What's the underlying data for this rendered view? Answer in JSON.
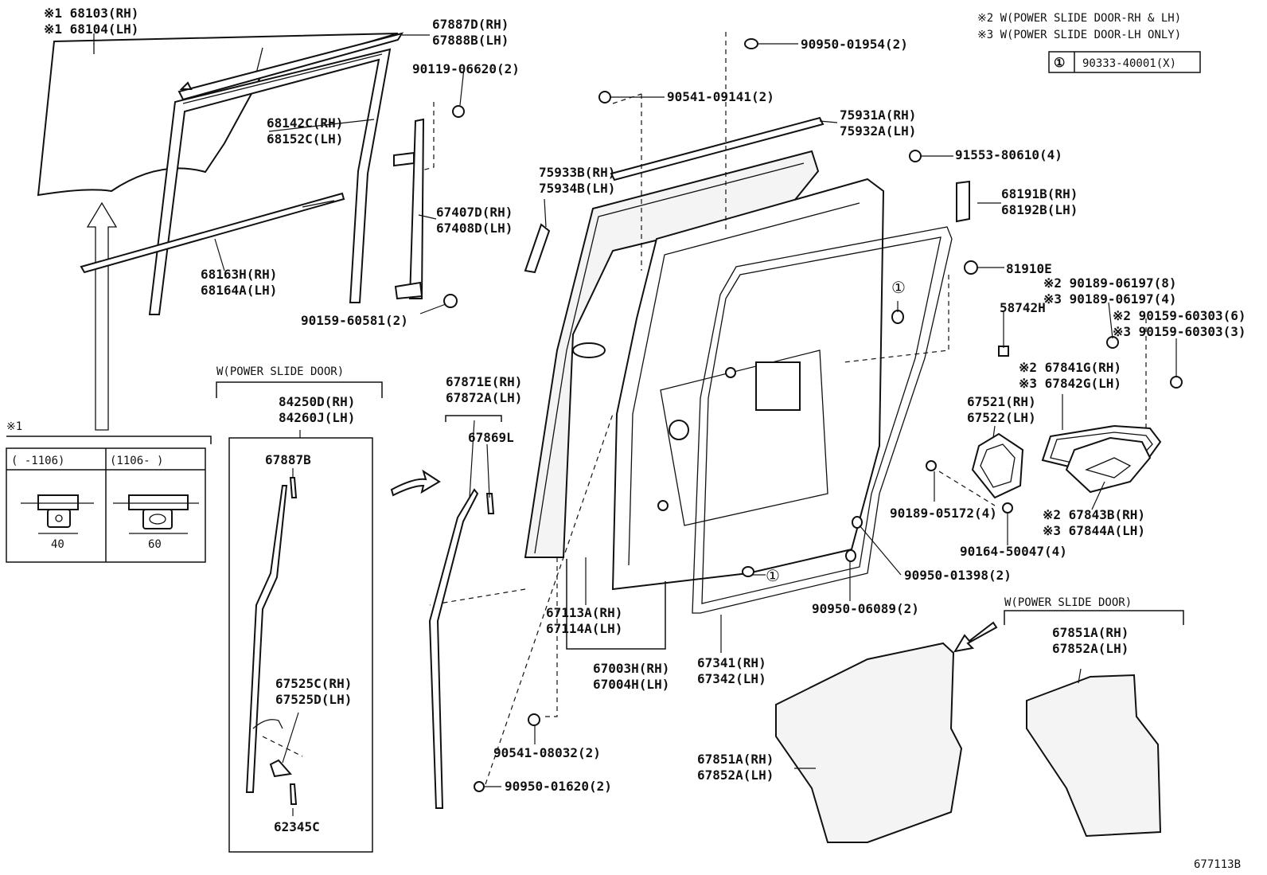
{
  "diagram_id": "677113B",
  "notes": {
    "note2": "※2 W(POWER SLIDE DOOR-RH & LH)",
    "note3": "※3 W(POWER SLIDE DOOR-LH ONLY)"
  },
  "legend": {
    "symbol": "①",
    "part": "90333-40001(X)"
  },
  "labels": [
    {
      "id": "glass",
      "lines": [
        "※1 68103(RH)",
        "※1 68104(LH)"
      ]
    },
    {
      "id": "run-upper",
      "lines": [
        "67887D(RH)",
        "67888B(LH)"
      ]
    },
    {
      "id": "bolt-90119",
      "lines": [
        "90119-06620(2)"
      ]
    },
    {
      "id": "run-channel",
      "lines": [
        "68142C(RH)",
        "68152C(LH)"
      ]
    },
    {
      "id": "weatherstrip-lower",
      "lines": [
        "68163H(RH)",
        "68164A(LH)"
      ]
    },
    {
      "id": "sash",
      "lines": [
        "67407D(RH)",
        "67408D(LH)"
      ]
    },
    {
      "id": "bolt-90159",
      "lines": [
        "90159-60581(2)"
      ]
    },
    {
      "id": "clip-90950-01954",
      "lines": [
        "90950-01954(2)"
      ]
    },
    {
      "id": "clip-90541-09141",
      "lines": [
        "90541-09141(2)"
      ]
    },
    {
      "id": "molding-upper",
      "lines": [
        "75931A(RH)",
        "75932A(LH)"
      ]
    },
    {
      "id": "bolt-91553",
      "lines": [
        "91553-80610(4)"
      ]
    },
    {
      "id": "molding-side",
      "lines": [
        "75933B(RH)",
        "75934B(LH)"
      ]
    },
    {
      "id": "bracket",
      "lines": [
        "68191B(RH)",
        "68192B(LH)"
      ]
    },
    {
      "id": "plug-81910",
      "lines": [
        "81910E"
      ]
    },
    {
      "id": "screw-90189-a",
      "lines": [
        "※2 90189-06197(8)",
        "※3 90189-06197(4)"
      ]
    },
    {
      "id": "label-58742",
      "lines": [
        "58742H"
      ]
    },
    {
      "id": "bolt-90159-b",
      "lines": [
        "※2 90159-60303(6)",
        "※3 90159-60303(3)"
      ]
    },
    {
      "id": "cover-67841",
      "lines": [
        "※2 67841G(RH)",
        "※3 67842G(LH)"
      ]
    },
    {
      "id": "cover-67521",
      "lines": [
        "67521(RH)",
        "67522(LH)"
      ]
    },
    {
      "id": "screw-90189-b",
      "lines": [
        "90189-05172(4)"
      ]
    },
    {
      "id": "cover-67843",
      "lines": [
        "※2 67843B(RH)",
        "※3 67844A(LH)"
      ]
    },
    {
      "id": "bolt-90164",
      "lines": [
        "90164-50047(4)"
      ]
    },
    {
      "id": "hole-plug-01398",
      "lines": [
        "90950-01398(2)"
      ]
    },
    {
      "id": "hole-plug-06089",
      "lines": [
        "90950-06089(2)"
      ]
    },
    {
      "id": "weatherstrip-67341",
      "lines": [
        "67341(RH)",
        "67342(LH)"
      ]
    },
    {
      "id": "door-panel",
      "lines": [
        "67003H(RH)",
        "67004H(LH)"
      ]
    },
    {
      "id": "weatherstrip-67113",
      "lines": [
        "67113A(RH)",
        "67114A(LH)"
      ]
    },
    {
      "id": "weatherstrip-67871",
      "lines": [
        "67871E(RH)",
        "67872A(LH)"
      ]
    },
    {
      "id": "clip-67869",
      "lines": [
        "67869L"
      ]
    },
    {
      "id": "clip-90541-08032",
      "lines": [
        "90541-08032(2)"
      ]
    },
    {
      "id": "plug-90950-01620",
      "lines": [
        "90950-01620(2)"
      ]
    },
    {
      "id": "sensor",
      "lines": [
        "84250D(RH)",
        "84260J(LH)"
      ]
    },
    {
      "id": "clip-67887B",
      "lines": [
        "67887B"
      ]
    },
    {
      "id": "protector",
      "lines": [
        "67525C(RH)",
        "67525D(LH)"
      ]
    },
    {
      "id": "clip-62345C",
      "lines": [
        "62345C"
      ]
    },
    {
      "id": "seal-sheet-a",
      "lines": [
        "67851A(RH)",
        "67852A(LH)"
      ]
    },
    {
      "id": "seal-sheet-b",
      "lines": [
        "67851A(RH)",
        "67852A(LH)"
      ]
    }
  ],
  "sections": {
    "power_slide_left": "W(POWER SLIDE DOOR)",
    "power_slide_right": "W(POWER SLIDE DOOR)",
    "detail_mark": "※1",
    "detail_col1": "(    -1106)",
    "detail_col2": "(1106-     )",
    "detail_dim1": "40",
    "detail_dim2": "60"
  },
  "callout_symbol": "①"
}
